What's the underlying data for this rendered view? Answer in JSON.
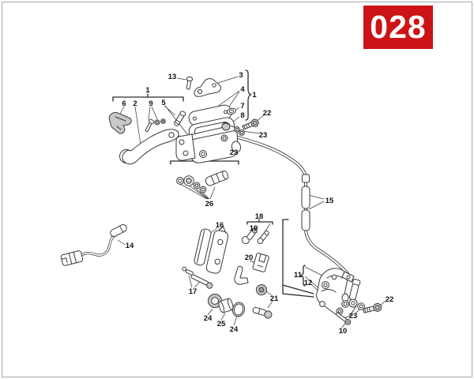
{
  "page": {
    "background": "#ffffff",
    "border_color": "#a6a6a6"
  },
  "badge": {
    "number": "028",
    "bg_color": "#cc1417",
    "text_color": "#ffffff"
  },
  "diagram": {
    "line_color": "#3a3a3a",
    "labels": [
      {
        "part": "1"
      },
      {
        "part": "13"
      },
      {
        "part": "3"
      },
      {
        "part": "4"
      },
      {
        "part": "1"
      },
      {
        "part": "6"
      },
      {
        "part": "2"
      },
      {
        "part": "9"
      },
      {
        "part": "5"
      },
      {
        "part": "7"
      },
      {
        "part": "8"
      },
      {
        "part": "22"
      },
      {
        "part": "23"
      },
      {
        "part": "23"
      },
      {
        "part": "26"
      },
      {
        "part": "14"
      },
      {
        "part": "15"
      },
      {
        "part": "16"
      },
      {
        "part": "18"
      },
      {
        "part": "19"
      },
      {
        "part": "20"
      },
      {
        "part": "17"
      },
      {
        "part": "21"
      },
      {
        "part": "24"
      },
      {
        "part": "25"
      },
      {
        "part": "24"
      },
      {
        "part": "11"
      },
      {
        "part": "12"
      },
      {
        "part": "22"
      },
      {
        "part": "23"
      },
      {
        "part": "10"
      }
    ]
  }
}
